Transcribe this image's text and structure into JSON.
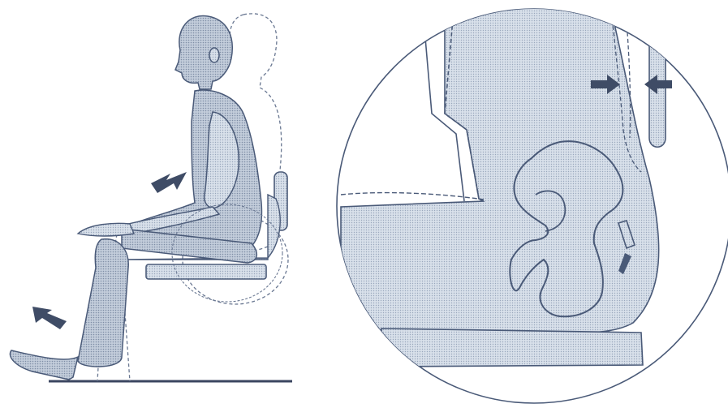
{
  "figure": {
    "panels": [
      {
        "id": "left",
        "subject": "seated-figure-side-view"
      },
      {
        "id": "right",
        "subject": "magnified-pelvis-on-seat"
      }
    ],
    "colors": {
      "line": "#4a5a78",
      "fill": "#c9d3e0",
      "fill_light": "#dde4ee",
      "arrow": "#3f4c66",
      "ground": "#3b4660"
    },
    "icons": [
      "left-arrow-icon",
      "right-arrow-icon"
    ]
  }
}
